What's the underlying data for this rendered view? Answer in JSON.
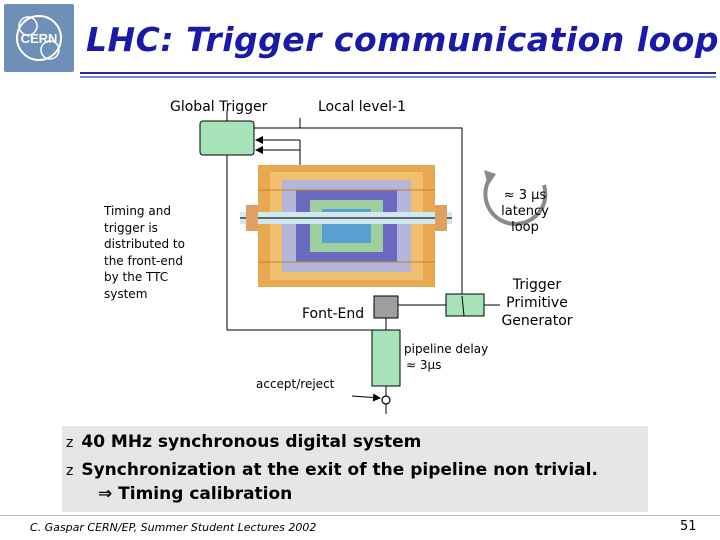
{
  "slide": {
    "title": "LHC: Trigger communication loop",
    "logo_text": "CERN"
  },
  "diagram": {
    "global_trigger": "Global Trigger",
    "local_level1": "Local level-1",
    "timing_text": [
      "Timing and",
      "trigger is",
      "distributed to",
      "the front-end",
      "by the TTC",
      "system"
    ],
    "latency": [
      "≈ 3 µs",
      "latency",
      "loop"
    ],
    "tpg": [
      "Trigger",
      "Primitive",
      "Generator"
    ],
    "front_end": "Font-End",
    "pipeline": [
      "pipeline delay",
      "≈ 3µs"
    ],
    "accept_reject": "accept/reject"
  },
  "bullets": [
    {
      "mark": "z",
      "text": "40 MHz synchronous digital system"
    },
    {
      "mark": "z",
      "text": "Synchronization at the exit of the pipeline non trivial."
    },
    {
      "mark": "",
      "text": "⇒  Timing calibration"
    }
  ],
  "footer": {
    "author": "C. Gaspar CERN/EP, Summer Student Lectures 2002",
    "page": "51"
  },
  "colors": {
    "title": "#1a1aa8",
    "box_green": "#a6e3b8",
    "box_gray": "#9e9e9e",
    "detector_orange": "#e8a850"
  }
}
